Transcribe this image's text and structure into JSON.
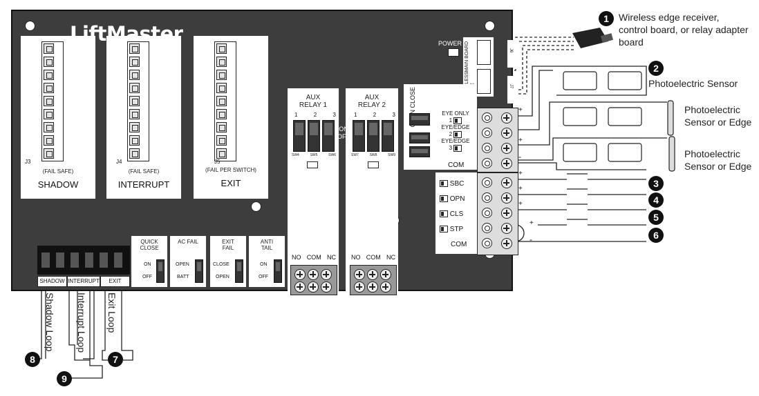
{
  "brand": {
    "logo": "LiftMaster"
  },
  "board": {
    "power_label": "POWER",
    "main_board_label": "MAIN BOARD",
    "wireless_edge_label": "WIRELESS EDGE",
    "j6": "J6",
    "j7": "J7",
    "open_close_label": "OPEN CLOSE",
    "on_off": [
      "ON",
      "OFF"
    ]
  },
  "loop_panels": [
    {
      "connector": "J3",
      "mode": "(FAIL SAFE)",
      "name": "SHADOW"
    },
    {
      "connector": "J4",
      "mode": "(FAIL SAFE)",
      "name": "INTERRUPT"
    },
    {
      "connector": "J5",
      "mode": "(FAIL PER SWITCH)",
      "name": "EXIT"
    }
  ],
  "aux_relays": [
    {
      "title": "AUX RELAY 1",
      "switches": [
        "1",
        "2",
        "3"
      ],
      "sw_ids": [
        "SW4",
        "SW5",
        "SW6"
      ],
      "contacts": [
        "NO",
        "COM",
        "NC"
      ]
    },
    {
      "title": "AUX RELAY 2",
      "switches": [
        "1",
        "2",
        "3"
      ],
      "sw_ids": [
        "SW7",
        "SW8",
        "SW9"
      ],
      "contacts": [
        "NO",
        "COM",
        "NC"
      ]
    }
  ],
  "option_switches": [
    {
      "title": "QUICK CLOSE",
      "top": "ON",
      "bottom": "OFF"
    },
    {
      "title": "AC FAIL",
      "top": "OPEN",
      "bottom": "BATT"
    },
    {
      "title": "EXIT FAIL",
      "top": "CLOSE",
      "bottom": "OPEN"
    },
    {
      "title": "ANTI TAIL",
      "top": "ON",
      "bottom": "OFF"
    }
  ],
  "loop_labels": [
    "SHADOW",
    "INTERRUPT",
    "EXIT"
  ],
  "eye_terminals": [
    "EYE ONLY",
    "EYE/EDGE",
    "EYE/EDGE",
    "COM"
  ],
  "eye_numbers": [
    "1",
    "2",
    "3"
  ],
  "input_terminals": [
    "SBC",
    "OPN",
    "CLS",
    "STP",
    "COM"
  ],
  "polarity": {
    "plus": "+",
    "minus": "-"
  },
  "callouts": [
    {
      "num": "1",
      "text": "Wireless edge receiver, control board, or relay adapter board"
    },
    {
      "num": "2",
      "text": "Photoelectric Sensor"
    },
    {
      "num": "",
      "text": "Photoelectric Sensor or Edge"
    },
    {
      "num": "",
      "text": "Photoelectric Sensor or Edge"
    },
    {
      "num": "3",
      "text": ""
    },
    {
      "num": "4",
      "text": ""
    },
    {
      "num": "5",
      "text": ""
    },
    {
      "num": "6",
      "text": ""
    }
  ],
  "loops": [
    {
      "num": "8",
      "text": "Shadow Loop"
    },
    {
      "num": "9",
      "text": "Interrupt Loop"
    },
    {
      "num": "7",
      "text": "Exit Loop"
    }
  ]
}
